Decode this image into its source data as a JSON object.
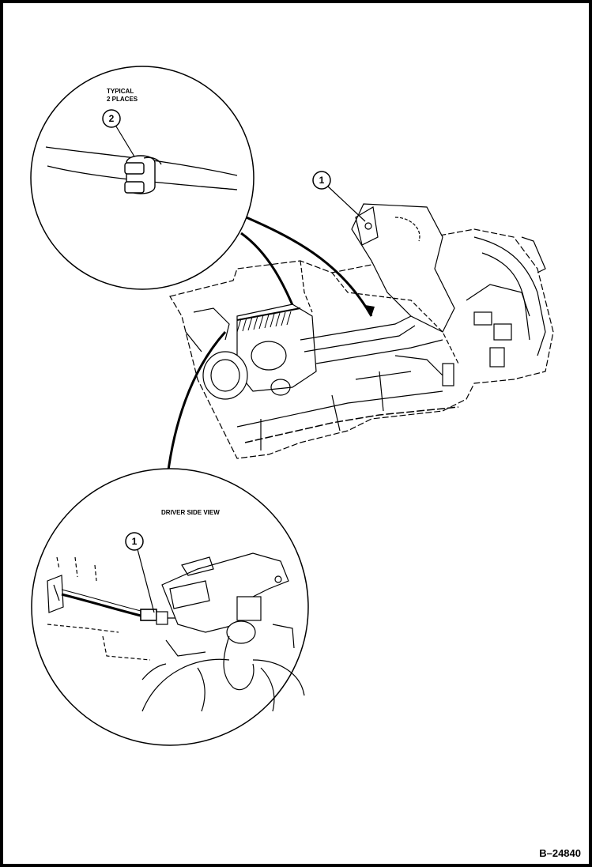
{
  "detail_top": {
    "note_line1": "TYPICAL",
    "note_line2": "2 PLACES",
    "callout": "2"
  },
  "main_view": {
    "callout": "1"
  },
  "detail_bottom": {
    "title": "DRIVER SIDE VIEW",
    "callout": "1"
  },
  "figure_id": "B–24840"
}
